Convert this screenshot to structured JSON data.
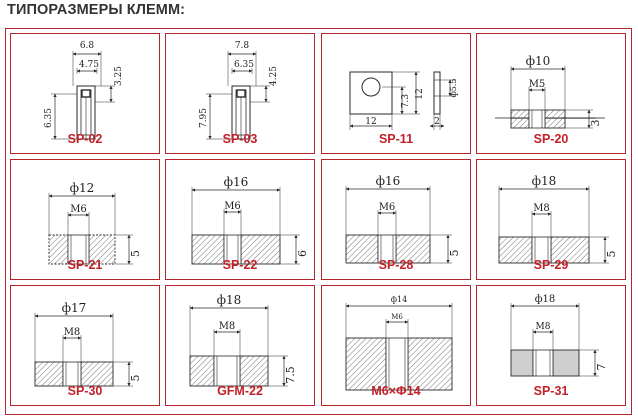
{
  "page": {
    "title": "ТИПОРАЗМЕРЫ КЛЕММ:"
  },
  "colors": {
    "frame": "#b3262d",
    "caption": "#c3212a",
    "line": "#2a2a2a",
    "hatch": "#555555",
    "fill_gray": "#cfcfcf"
  },
  "terminals": [
    {
      "caption": "SP-02",
      "dims": [
        "6.8",
        "4.75",
        "3.25",
        "6.35"
      ]
    },
    {
      "caption": "SP-03",
      "dims": [
        "7.8",
        "6.35",
        "4.25",
        "7.95"
      ]
    },
    {
      "caption": "SP-11",
      "dims": [
        "7.3",
        "12",
        "12",
        "2",
        "ф5.5"
      ]
    },
    {
      "caption": "SP-20",
      "dims": [
        "ф10",
        "M5",
        "3"
      ]
    },
    {
      "caption": "SP-21",
      "dims": [
        "ф12",
        "M6",
        "5"
      ]
    },
    {
      "caption": "SP-22",
      "dims": [
        "ф16",
        "M6",
        "6"
      ]
    },
    {
      "caption": "SP-28",
      "dims": [
        "ф16",
        "M6",
        "5"
      ]
    },
    {
      "caption": "SP-29",
      "dims": [
        "ф18",
        "M8",
        "5"
      ]
    },
    {
      "caption": "SP-30",
      "dims": [
        "ф17",
        "M8",
        "5"
      ]
    },
    {
      "caption": "GFM-22",
      "dims": [
        "ф18",
        "M8",
        "7.5"
      ]
    },
    {
      "caption": "M6×Ф14",
      "dims": [
        "ф14",
        "M6"
      ]
    },
    {
      "caption": "SP-31",
      "dims": [
        "ф18",
        "M8",
        "7"
      ]
    }
  ]
}
